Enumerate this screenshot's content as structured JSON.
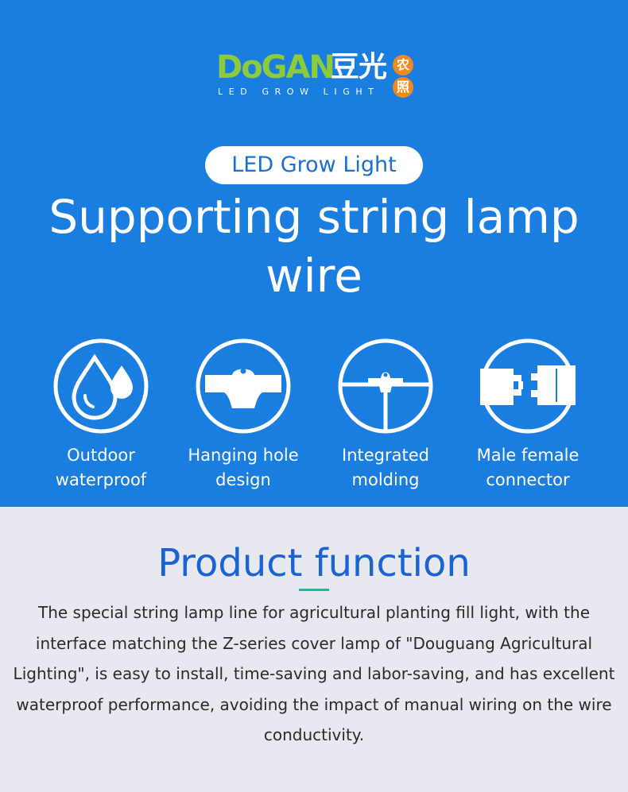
{
  "logo": {
    "brand_latin": "DoGAN",
    "brand_cn": "豆光",
    "seal": [
      "农",
      "照"
    ],
    "tagline": "LED GROW LIGHT"
  },
  "hero": {
    "pill_label": "LED Grow Light",
    "title": "Supporting string lamp wire"
  },
  "features": [
    {
      "icon": "water-drops-icon",
      "label": "Outdoor waterproof"
    },
    {
      "icon": "hanging-hole-icon",
      "label": "Hanging hole design"
    },
    {
      "icon": "integrated-molding-icon",
      "label": "Integrated molding"
    },
    {
      "icon": "male-female-connector-icon",
      "label": "Male female connector"
    }
  ],
  "product_function": {
    "heading": "Product function",
    "body": "The special string lamp line for agricultural planting fill light, with the interface matching the Z-series cover lamp of \"Douguang Agricultural Lighting\", is easy to install, time-saving and labor-saving, and has excellent waterproof performance, avoiding the impact of manual wiring on the wire conductivity."
  },
  "colors": {
    "hero_blue": "#1a7de0",
    "heading_blue": "#1a63d2",
    "logo_green": "#8ccb3c",
    "seal_orange": "#f08a1e",
    "accent_teal": "#1fb79e",
    "page_bg": "#e8e8f0"
  }
}
